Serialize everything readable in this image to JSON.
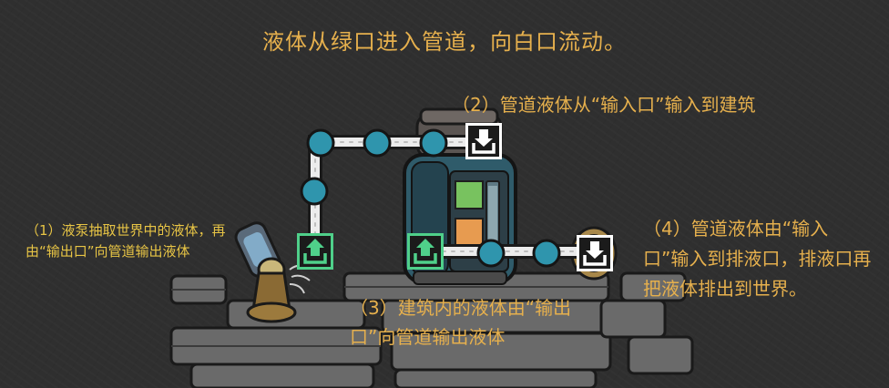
{
  "title": "液体从绿口进入管道，向白口流动。",
  "captions": {
    "step1": "（1）液泵抽取世界中的液体，再由“输出口”向管道输出液体",
    "step2": "（2）管道液体从“输入口”输入到建筑",
    "step3": "（3）建筑内的液体由“输出口”向管道输出液体",
    "step4": "（4）管道液体由“输入口”输入到排液口，排液口再把液体排出到世界。"
  },
  "colors": {
    "caption_text": "#e6b04d",
    "output_port": "#4fd08a",
    "input_port": "#ffffff",
    "pipe_node": "#2f95ad",
    "pipe": "#e8e8e8"
  },
  "icons": {
    "output_port": "arrow-up-out-icon",
    "input_port": "arrow-down-in-icon"
  }
}
